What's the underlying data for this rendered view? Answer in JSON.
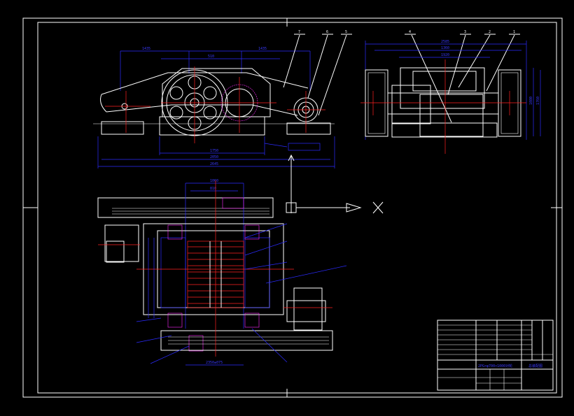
{
  "colors": {
    "background": "#000000",
    "outline": "#ffffff",
    "dimension": "#2b2bff",
    "centerline": "#ff2020",
    "hatch": "#ff2bff"
  },
  "callouts": [
    "7",
    "6",
    "5",
    "4",
    "3",
    "2",
    "1"
  ],
  "front_view": {
    "dims_top": [
      "1435",
      "510",
      "1435"
    ],
    "dims_bottom": [
      "1750",
      "2050",
      "2645"
    ]
  },
  "side_view": {
    "dims_top": [
      "2585",
      "1360",
      "1920"
    ],
    "dims_right": [
      "1080",
      "1760"
    ]
  },
  "plan_view": {
    "dims_top": [
      "1060",
      "810"
    ],
    "dims_bottom": [
      "2350±075"
    ]
  },
  "title_block": {
    "drawing_title": "2PG×φ700×1000对轮",
    "drawing_number": "总装配图"
  }
}
